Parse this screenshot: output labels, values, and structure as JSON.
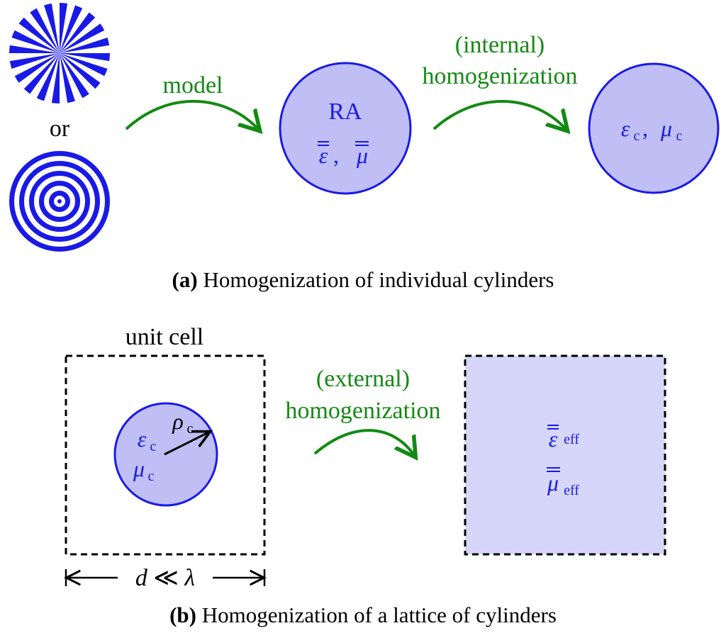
{
  "part_a": {
    "or_label": "or",
    "arrow1_label": "model",
    "ra_label": "RA",
    "ra_params_eps": "ε",
    "ra_params_sep": ",",
    "ra_params_mu": "μ",
    "arrow2_label_line1": "(internal)",
    "arrow2_label_line2": "homogenization",
    "cyl_eps": "ε",
    "cyl_sub_c1": "c",
    "cyl_sep": ",",
    "cyl_mu": "μ",
    "cyl_sub_c2": "c",
    "caption_letter": "(a)",
    "caption_text": " Homogenization of individual cylinders"
  },
  "part_b": {
    "unit_cell_label": "unit cell",
    "cell_eps": "ε",
    "cell_eps_sub": "c",
    "cell_mu": "μ",
    "cell_mu_sub": "c",
    "cell_rho": "ρ",
    "cell_rho_sub": "c",
    "dimension_d": "d",
    "dimension_rel": " ≪ ",
    "dimension_lambda": "λ",
    "arrow_label_line1": "(external)",
    "arrow_label_line2": "homogenization",
    "eff_eps": "ε",
    "eff_eps_sub": "eff",
    "eff_mu": "μ",
    "eff_mu_sub": "eff",
    "caption_letter": "(b)",
    "caption_text": " Homogenization of a lattice of cylinders"
  },
  "colors": {
    "blue": "#1a1ae6",
    "green": "#138a13",
    "circle_fill": "#bfbff5",
    "square_fill": "#d6d6fa"
  },
  "icons": [
    "radial-stripes-icon",
    "concentric-rings-icon",
    "curved-arrow-icon"
  ]
}
